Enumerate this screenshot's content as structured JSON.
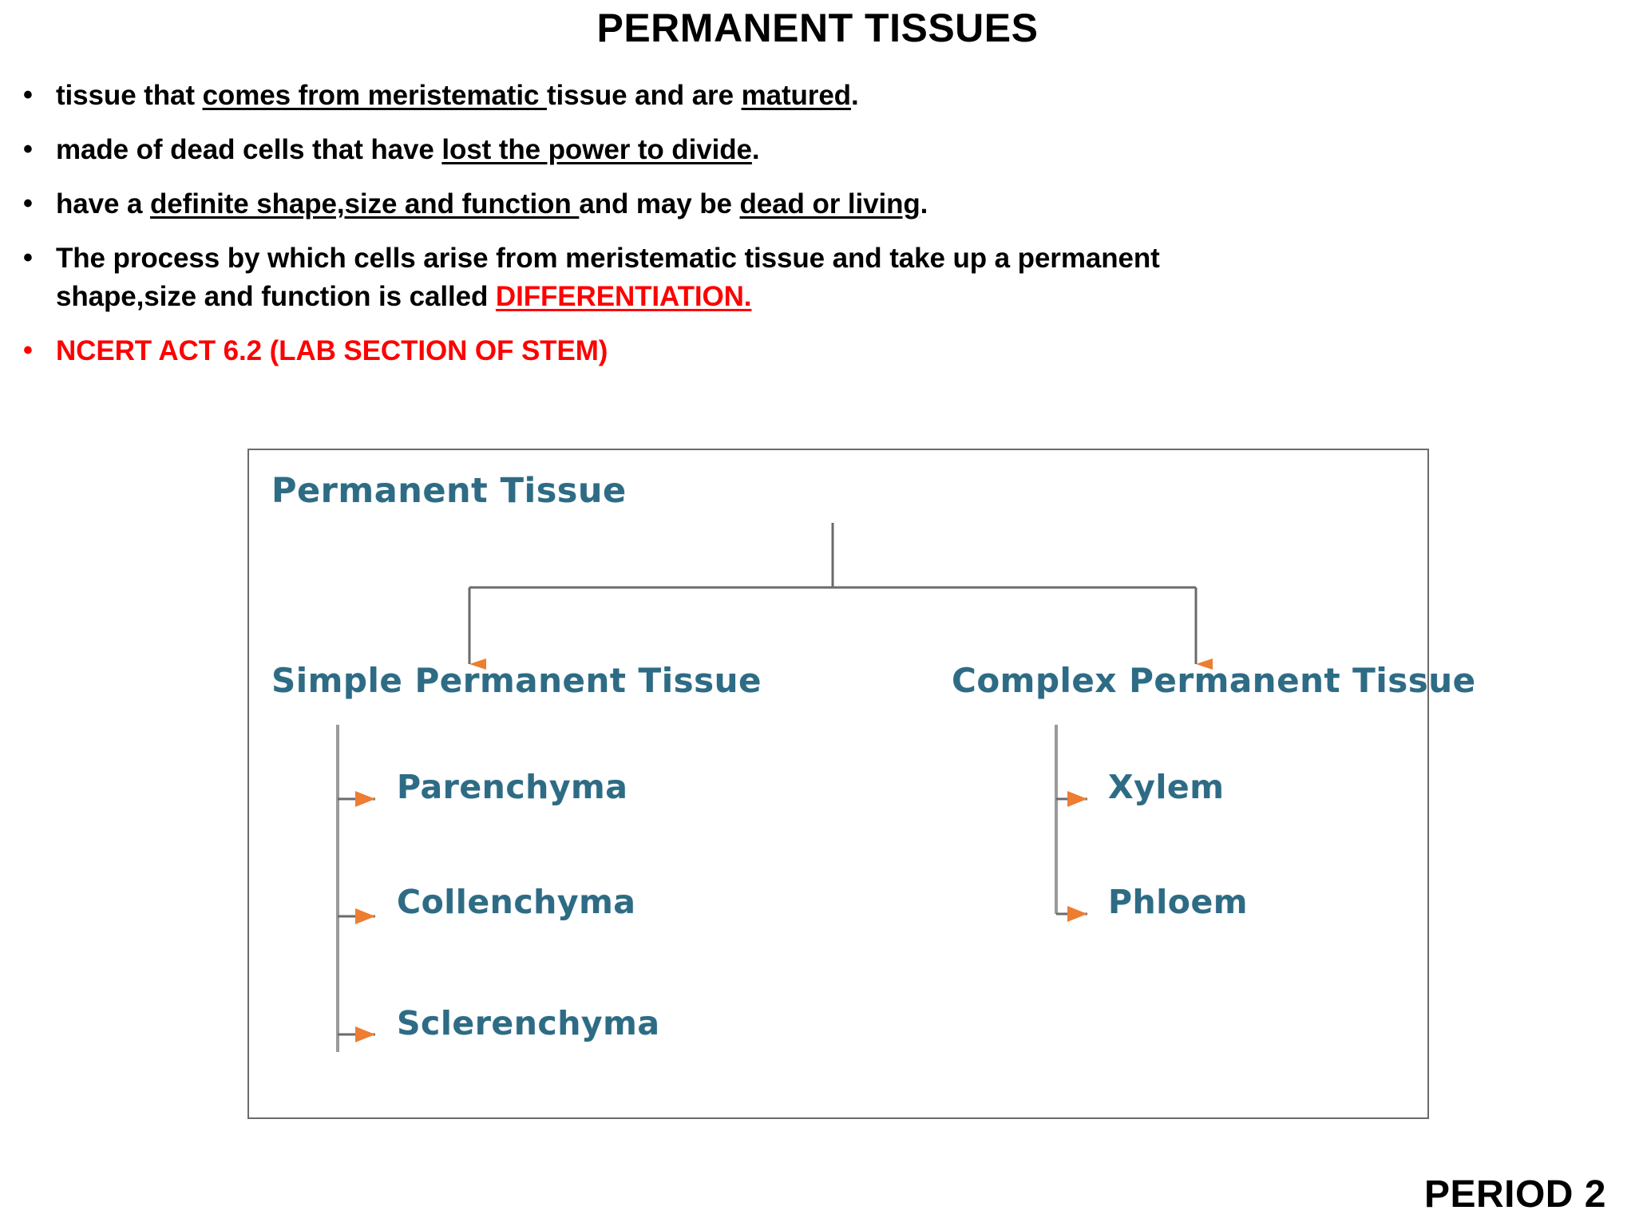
{
  "slide": {
    "title": "PERMANENT TISSUES",
    "footer_label": "PERIOD 2"
  },
  "colors": {
    "text": "#000000",
    "accent_red": "#FF0000",
    "diagram_text": "#2e6b84",
    "arrow_orange": "#ED7D31",
    "connector_gray": "#6b6b6b",
    "frame_border": "#6b6b6b",
    "background": "#FFFFFF"
  },
  "bullets": [
    {
      "marker": "•",
      "color": "black",
      "lines": [
        [
          {
            "t": "tissue that ",
            "style": "plain"
          },
          {
            "t": "comes from meristematic ",
            "style": "underline"
          },
          {
            "t": "tissue and are ",
            "style": "plain"
          },
          {
            "t": "matured",
            "style": "underline"
          },
          {
            "t": ".",
            "style": "plain"
          }
        ]
      ],
      "plain_text": "tissue that comes from meristematic tissue and are matured."
    },
    {
      "marker": "•",
      "color": "black",
      "lines": [
        [
          {
            "t": "made of dead cells that have ",
            "style": "plain"
          },
          {
            "t": "lost the power to divide",
            "style": "underline"
          },
          {
            "t": ".",
            "style": "plain"
          }
        ]
      ],
      "plain_text": "made of dead cells that have lost the power to divide."
    },
    {
      "marker": "•",
      "color": "black",
      "lines": [
        [
          {
            "t": "have a ",
            "style": "plain"
          },
          {
            "t": "definite shape,size and function ",
            "style": "underline"
          },
          {
            "t": "and may be ",
            "style": "plain"
          },
          {
            "t": "dead or living",
            "style": "underline"
          },
          {
            "t": ".",
            "style": "plain"
          }
        ]
      ],
      "plain_text": "have a definite shape,size and function and may be dead or living."
    },
    {
      "marker": "•",
      "color": "black",
      "lines": [
        [
          {
            "t": "The process by which cells  arise from meristematic tissue and  take up a permanent",
            "style": "plain"
          }
        ],
        [
          {
            "t": "shape,size and function is called ",
            "style": "plain"
          },
          {
            "t": "DIFFERENTIATION.",
            "style": "red-underline"
          }
        ]
      ],
      "plain_text": "The process by which cells  arise from meristematic tissue and  take up a permanent shape,size and function is called DIFFERENTIATION."
    },
    {
      "marker": "•",
      "color": "red",
      "lines": [
        [
          {
            "t": "NCERT ACT 6.2 (LAB SECTION OF STEM)",
            "style": "plain"
          }
        ]
      ],
      "plain_text": "NCERT ACT 6.2 (LAB SECTION OF STEM)"
    }
  ],
  "diagram": {
    "root": "Permanent Tissue",
    "branches": [
      {
        "label": "Simple Permanent Tissue",
        "children": [
          "Parenchyma",
          "Collenchyma",
          "Sclerenchyma"
        ]
      },
      {
        "label": "Complex Permanent Tissue",
        "children": [
          "Xylem",
          "Phloem"
        ]
      }
    ]
  }
}
